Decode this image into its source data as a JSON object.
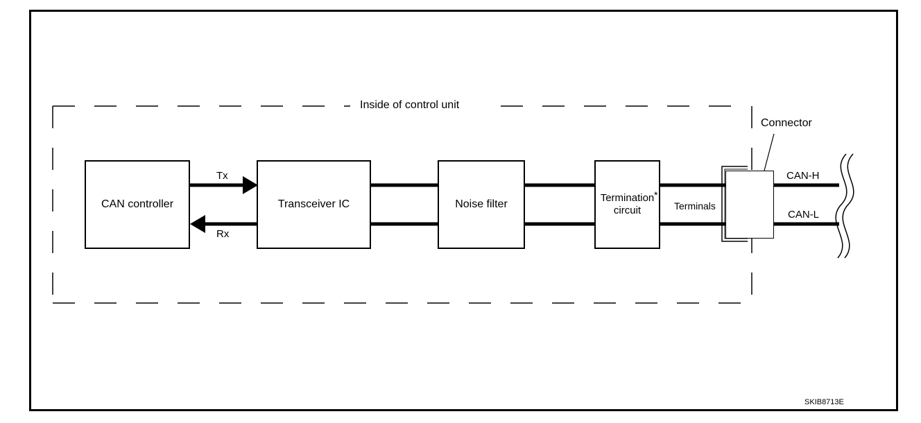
{
  "diagram": {
    "region_label": "Inside of control unit",
    "blocks": {
      "can_controller": "CAN controller",
      "transceiver": "Transceiver IC",
      "noise_filter": "Noise filter",
      "termination_line1": "Termination",
      "termination_line2": "circuit",
      "termination_mark": "*"
    },
    "signals": {
      "tx": "Tx",
      "rx": "Rx"
    },
    "terminals_label": "Terminals",
    "connector_label": "Connector",
    "bus_lines": {
      "high": "CAN-H",
      "low": "CAN-L"
    },
    "figure_code": "SKIB8713E"
  }
}
